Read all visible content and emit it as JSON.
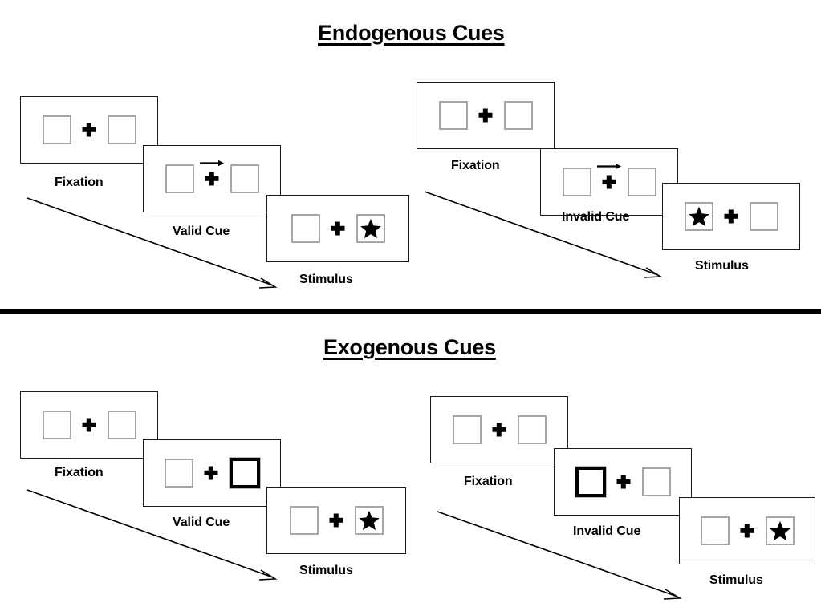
{
  "figure": {
    "title_endogenous": "Endogenous Cues",
    "title_exogenous": "Exogenous Cues",
    "colors": {
      "ink": "#000000",
      "panel_border": "#1a1a1a",
      "box_border": "#a6a6a6",
      "cue_flash_border": "#000000",
      "background": "#ffffff"
    }
  },
  "sections": [
    {
      "id": "endogenous",
      "title": "Endogenous Cues",
      "cue_type": "central-arrow",
      "sequences": [
        {
          "id": "endogenous-valid",
          "condition": "valid",
          "frames": [
            {
              "label": "Fixation",
              "cue": "none",
              "cue_side": "none",
              "target": "none",
              "target_side": "none"
            },
            {
              "label": "Valid Cue",
              "cue": "arrow-right",
              "cue_side": "right",
              "target": "none",
              "target_side": "none"
            },
            {
              "label": "Stimulus",
              "cue": "none",
              "cue_side": "none",
              "target": "star",
              "target_side": "right"
            }
          ]
        },
        {
          "id": "endogenous-invalid",
          "condition": "invalid",
          "frames": [
            {
              "label": "Fixation",
              "cue": "none",
              "cue_side": "none",
              "target": "none",
              "target_side": "none"
            },
            {
              "label": "Invalid Cue",
              "cue": "arrow-right",
              "cue_side": "right",
              "target": "none",
              "target_side": "none"
            },
            {
              "label": "Stimulus",
              "cue": "none",
              "cue_side": "none",
              "target": "star",
              "target_side": "left"
            }
          ]
        }
      ]
    },
    {
      "id": "exogenous",
      "title": "Exogenous Cues",
      "cue_type": "peripheral-flash",
      "sequences": [
        {
          "id": "exogenous-valid",
          "condition": "valid",
          "frames": [
            {
              "label": "Fixation",
              "cue": "none",
              "cue_side": "none",
              "target": "none",
              "target_side": "none"
            },
            {
              "label": "Valid Cue",
              "cue": "flash",
              "cue_side": "right",
              "target": "none",
              "target_side": "none"
            },
            {
              "label": "Stimulus",
              "cue": "none",
              "cue_side": "none",
              "target": "star",
              "target_side": "right"
            }
          ]
        },
        {
          "id": "exogenous-invalid",
          "condition": "invalid",
          "frames": [
            {
              "label": "Fixation",
              "cue": "none",
              "cue_side": "none",
              "target": "none",
              "target_side": "none"
            },
            {
              "label": "Invalid Cue",
              "cue": "flash",
              "cue_side": "left",
              "target": "none",
              "target_side": "none"
            },
            {
              "label": "Stimulus",
              "cue": "none",
              "cue_side": "none",
              "target": "star",
              "target_side": "right"
            }
          ]
        }
      ]
    }
  ]
}
